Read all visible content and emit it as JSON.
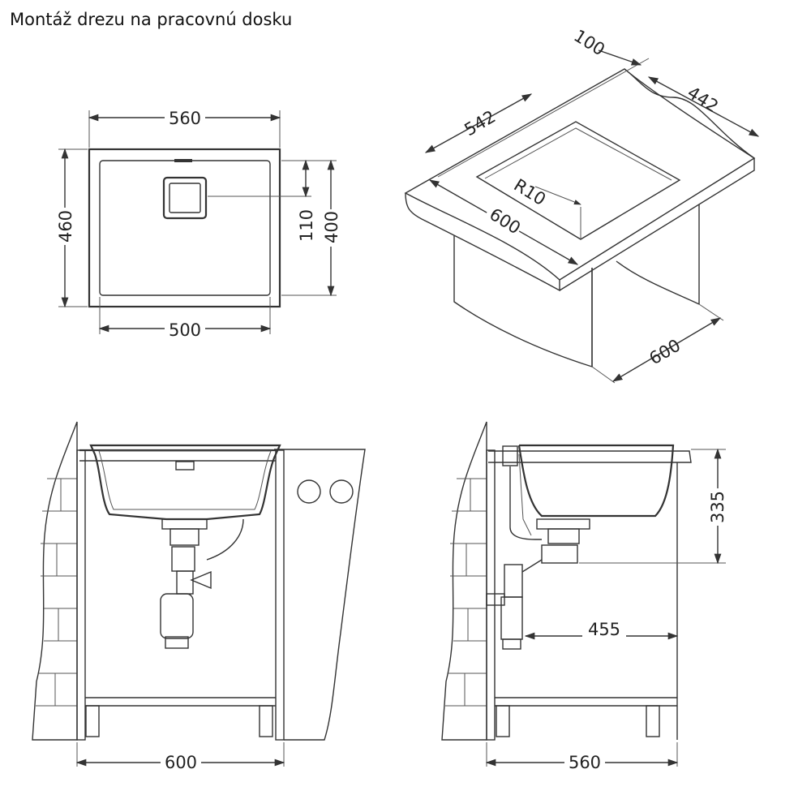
{
  "title": "Montáž drezu na pracovnú dosku",
  "top_view": {
    "width_outer": "560",
    "width_inner": "500",
    "height_outer": "460",
    "height_inner": "400",
    "drain_offset": "110"
  },
  "iso_view": {
    "rear_strip": "100",
    "cutout_depth": "442",
    "cutout_width": "542",
    "corner_radius": "R10",
    "worktop_width": "600",
    "cabinet_depth": "600"
  },
  "front_view": {
    "cabinet_width": "600"
  },
  "side_view": {
    "sink_height": "335",
    "drain_distance": "455",
    "cabinet_depth": "560"
  },
  "colors": {
    "line": "#333333",
    "tile": "#9a9a9a"
  }
}
